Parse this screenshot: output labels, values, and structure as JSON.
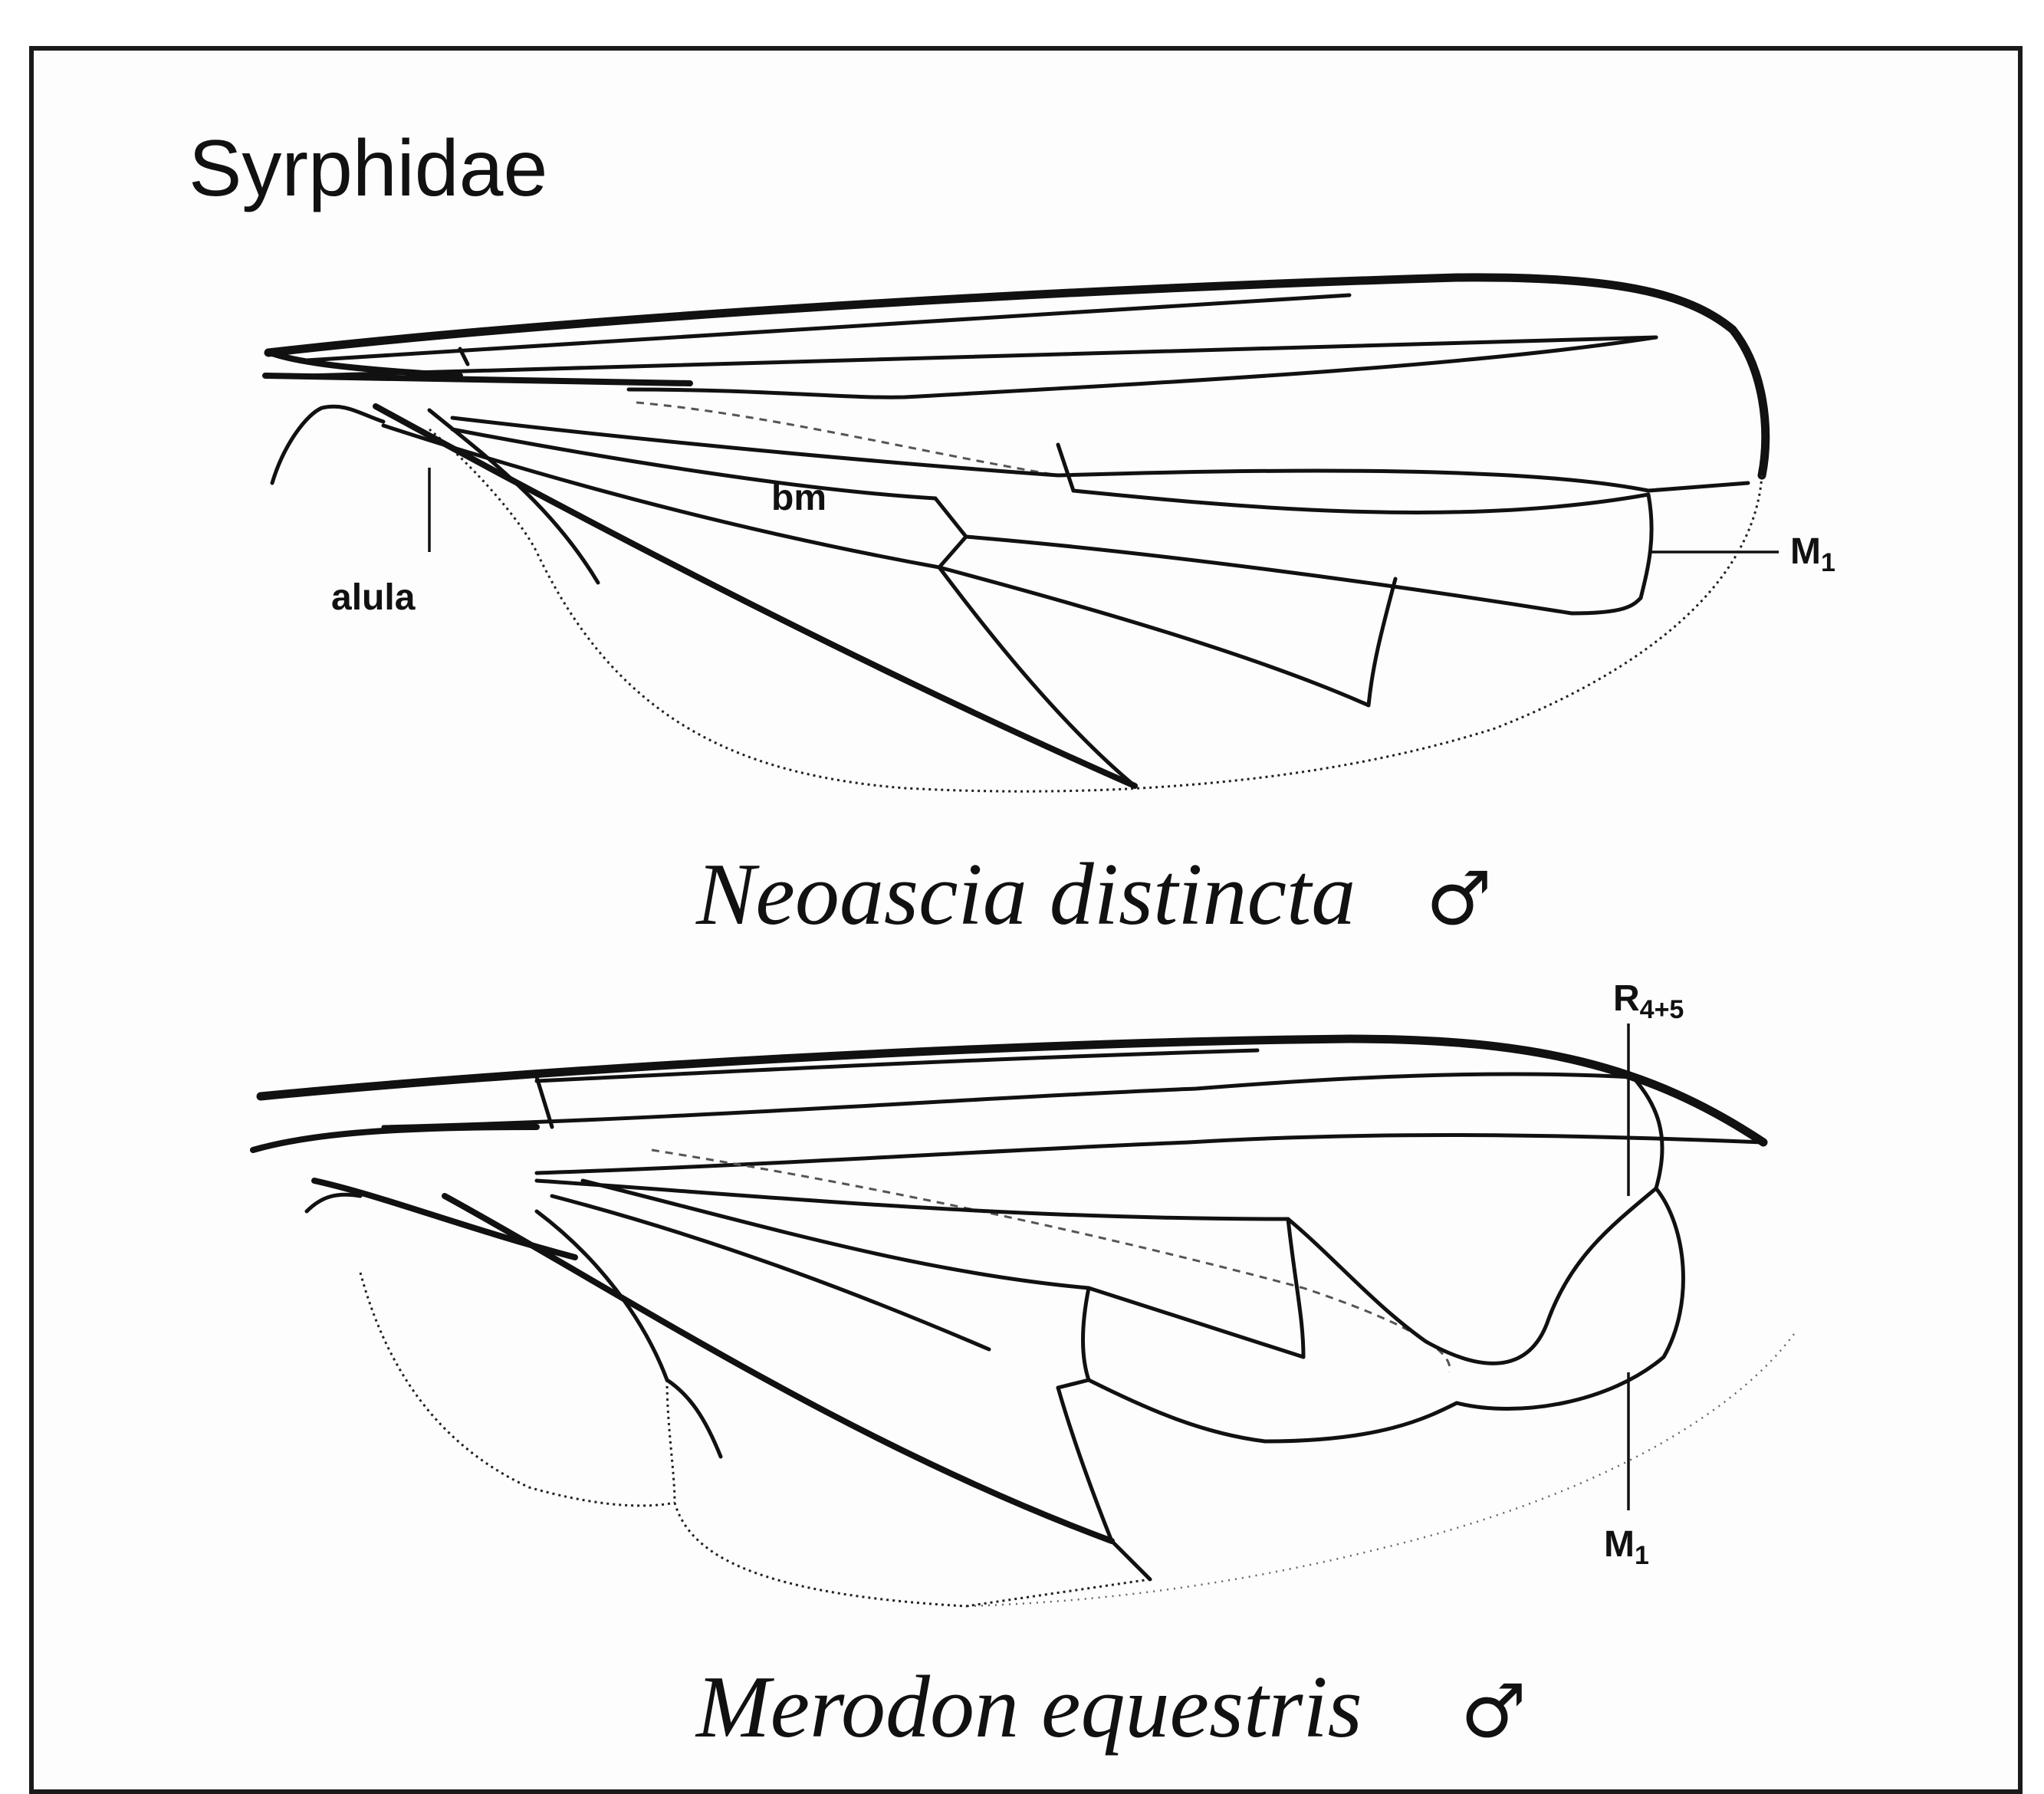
{
  "figure": {
    "family": "Syrphidae",
    "wings": [
      {
        "species": "Neoascia distincta",
        "sex_symbol": "♂",
        "labels": {
          "alula": "alula",
          "bm": "bm",
          "m1": {
            "base": "M",
            "sub": "1"
          }
        }
      },
      {
        "species": "Merodon equestris",
        "sex_symbol": "♂",
        "labels": {
          "r45": {
            "base": "R",
            "sub": "4+5"
          },
          "m1": {
            "base": "M",
            "sub": "1"
          }
        }
      }
    ]
  }
}
